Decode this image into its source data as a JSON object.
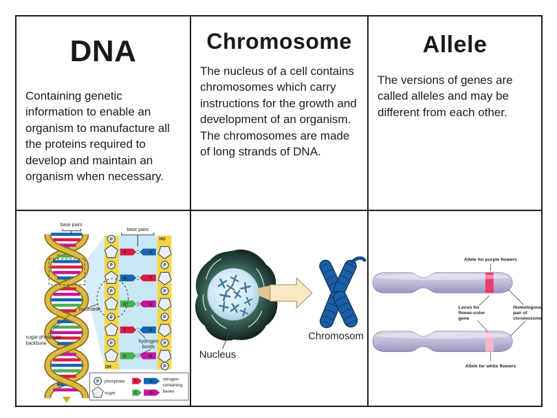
{
  "cards": [
    {
      "title": "DNA",
      "description": "Containing genetic information to enable an organism to manufacture all the proteins required to develop and maintain an organism when necessary.",
      "figure": {
        "base_pairs_helix": "base pairs",
        "base_pairs_ladder": "base pairs",
        "nucleotide_label": "nucleotide",
        "backbone_lines": [
          "sugar-phosphate",
          "backbone"
        ],
        "hydrogen_lines": [
          "hydrogen",
          "bonds"
        ],
        "ho": "HO",
        "oh": "OH",
        "p_letter": "P",
        "bases": {
          "t": "T",
          "a": "A",
          "c": "C",
          "g": "G"
        },
        "legend": {
          "phosphate": "phosphate",
          "sugar": "sugar",
          "bases_lines": [
            "nitrogen-",
            "containing",
            "bases"
          ]
        }
      }
    },
    {
      "title": "Chromosome",
      "description": "The nucleus of a cell contains chromosomes which carry instructions for the growth and development of an organism. The chromosomes are made of long strands of DNA.",
      "figure": {
        "nucleus_label": "Nucleus",
        "chromosome_label": "Chromosom"
      }
    },
    {
      "title": "Allele",
      "description": "The versions of genes are called alleles and may be different from each other.",
      "figure": {
        "purple_label": "Allele for purple flowers",
        "locus_lines": [
          "Locus for",
          "flower-color",
          "gene"
        ],
        "homologous_lines": [
          "Homologous",
          "pair of",
          "chromosomes"
        ],
        "white_label": "Allele for white flowers"
      }
    }
  ],
  "colors": {
    "border": "#1a1a1a",
    "helix_gold": "#DDBA45",
    "ladder_yellow": "#F6D647",
    "ladder_blue": "#C9E7F5",
    "base_red": "#D81C3F",
    "base_blue": "#1565AE",
    "base_green": "#4CAF50",
    "base_magenta": "#C2169B",
    "nucleus_teal": "#2F5A50",
    "chromosome_blue": "#1D5FA6",
    "arrow_cream": "#F9E8C3",
    "lavender": "#C2BEDB",
    "allele_pink_dark": "#E83D6F",
    "allele_pink_light": "#F5B5CB"
  }
}
